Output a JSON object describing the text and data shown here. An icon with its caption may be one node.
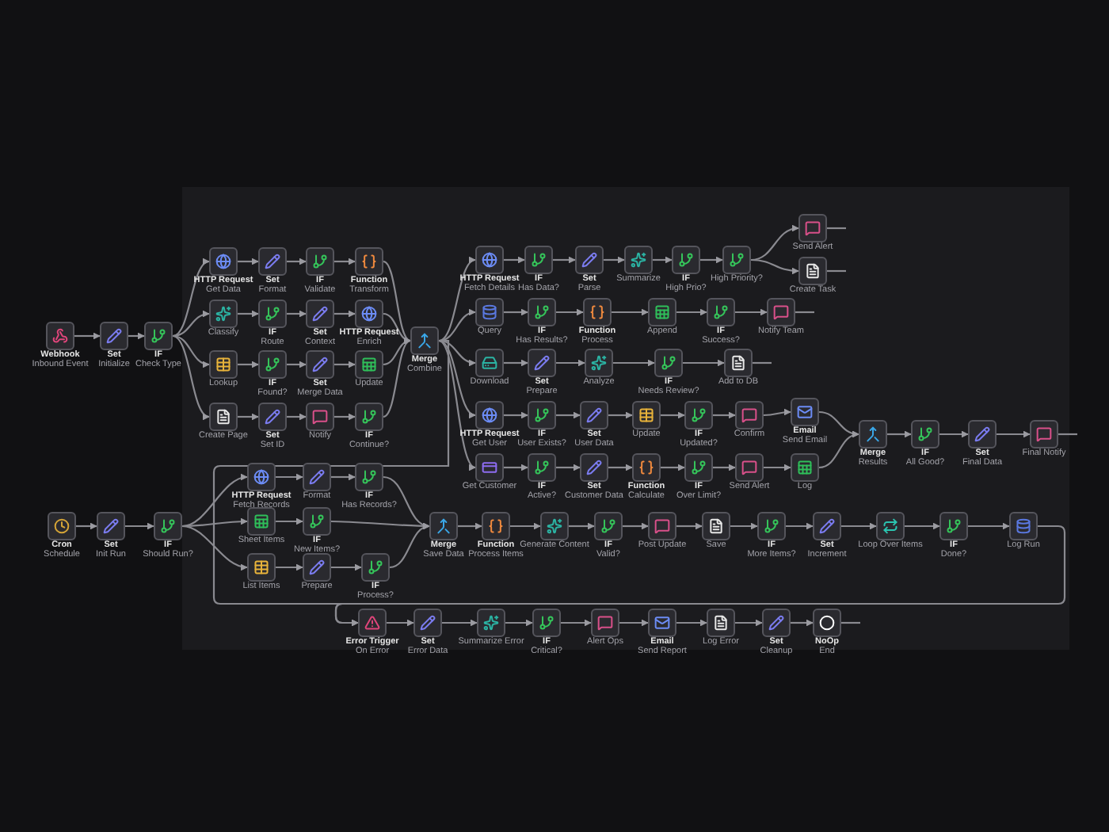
{
  "diagram": {
    "nodes": [
      {
        "text": [
          "Webhook",
          "Inbound Event"
        ]
      },
      {
        "text": [
          "Set",
          "Initialize"
        ]
      },
      {
        "text": [
          "IF",
          "Check Type"
        ]
      },
      {
        "text": [
          "HTTP Request",
          "Get Data"
        ]
      },
      {
        "text": [
          "Set",
          "Format"
        ]
      },
      {
        "text": [
          "IF",
          "Validate"
        ]
      },
      {
        "text": [
          "Function",
          "Transform"
        ]
      },
      {
        "text": [
          "Classify"
        ]
      },
      {
        "text": [
          "IF",
          "Route"
        ]
      },
      {
        "text": [
          "Set",
          "Context"
        ]
      },
      {
        "text": [
          "HTTP Request",
          "Enrich"
        ]
      },
      {
        "text": [
          "Lookup"
        ]
      },
      {
        "text": [
          "IF",
          "Found?"
        ]
      },
      {
        "text": [
          "Set",
          "Merge Data"
        ]
      },
      {
        "text": [
          "Update"
        ]
      },
      {
        "text": [
          "Create Page"
        ]
      },
      {
        "text": [
          "Set",
          "Set ID"
        ]
      },
      {
        "text": [
          "Notify"
        ]
      },
      {
        "text": [
          "IF",
          "Continue?"
        ]
      },
      {
        "text": [
          "Merge",
          "Combine"
        ]
      },
      {
        "text": [
          "HTTP Request",
          "Fetch Details"
        ]
      },
      {
        "text": [
          "IF",
          "Has Data?"
        ]
      },
      {
        "text": [
          "Set",
          "Parse"
        ]
      },
      {
        "text": [
          "Summarize"
        ]
      },
      {
        "text": [
          "IF",
          "High Prio?"
        ]
      },
      {
        "text": [
          "High Priority?"
        ]
      },
      {
        "text": [
          "Send Alert"
        ]
      },
      {
        "text": [
          "Create Task"
        ]
      },
      {
        "text": [
          "Query"
        ]
      },
      {
        "text": [
          "IF",
          "Has Results?"
        ]
      },
      {
        "text": [
          "Function",
          "Process"
        ]
      },
      {
        "text": [
          "Append"
        ]
      },
      {
        "text": [
          "IF",
          "Success?"
        ]
      },
      {
        "text": [
          "Notify Team"
        ]
      },
      {
        "text": [
          "Download"
        ]
      },
      {
        "text": [
          "Set",
          "Prepare"
        ]
      },
      {
        "text": [
          "Analyze"
        ]
      },
      {
        "text": [
          "IF",
          "Needs Review?"
        ]
      },
      {
        "text": [
          "Add to DB"
        ]
      },
      {
        "text": [
          "HTTP Request",
          "Get User"
        ]
      },
      {
        "text": [
          "IF",
          "User Exists?"
        ]
      },
      {
        "text": [
          "Set",
          "User Data"
        ]
      },
      {
        "text": [
          "Update"
        ]
      },
      {
        "text": [
          "IF",
          "Updated?"
        ]
      },
      {
        "text": [
          "Confirm"
        ]
      },
      {
        "text": [
          "Email",
          "Send Email"
        ]
      },
      {
        "text": [
          "Get Customer"
        ]
      },
      {
        "text": [
          "IF",
          "Active?"
        ]
      },
      {
        "text": [
          "Set",
          "Customer Data"
        ]
      },
      {
        "text": [
          "Function",
          "Calculate"
        ]
      },
      {
        "text": [
          "IF",
          "Over Limit?"
        ]
      },
      {
        "text": [
          "Send Alert"
        ]
      },
      {
        "text": [
          "Log"
        ]
      },
      {
        "text": [
          "Merge",
          "Results"
        ]
      },
      {
        "text": [
          "IF",
          "All Good?"
        ]
      },
      {
        "text": [
          "Set",
          "Final Data"
        ]
      },
      {
        "text": [
          "Final Notify"
        ]
      },
      {
        "text": [
          "Cron",
          "Schedule"
        ]
      },
      {
        "text": [
          "Set",
          "Init Run"
        ]
      },
      {
        "text": [
          "IF",
          "Should Run?"
        ]
      },
      {
        "text": [
          "HTTP Request",
          "Fetch Records"
        ]
      },
      {
        "text": [
          "Format"
        ]
      },
      {
        "text": [
          "IF",
          "Has Records?"
        ]
      },
      {
        "text": [
          "Sheet Items"
        ]
      },
      {
        "text": [
          "IF",
          "New Items?"
        ]
      },
      {
        "text": [
          "List Items"
        ]
      },
      {
        "text": [
          "Prepare"
        ]
      },
      {
        "text": [
          "IF",
          "Process?"
        ]
      },
      {
        "text": [
          "Merge",
          "Save Data"
        ]
      },
      {
        "text": [
          "Function",
          "Process Items"
        ]
      },
      {
        "text": [
          "Generate Content"
        ]
      },
      {
        "text": [
          "IF",
          "Valid?"
        ]
      },
      {
        "text": [
          "Post Update"
        ]
      },
      {
        "text": [
          "Save"
        ]
      },
      {
        "text": [
          "IF",
          "More Items?"
        ]
      },
      {
        "text": [
          "Set",
          "Increment"
        ]
      },
      {
        "text": [
          "Loop Over Items"
        ]
      },
      {
        "text": [
          "IF",
          "Done?"
        ]
      },
      {
        "text": [
          "Log Run"
        ]
      },
      {
        "text": [
          "Error Trigger",
          "On Error"
        ]
      },
      {
        "text": [
          "Set",
          "Error Data"
        ]
      },
      {
        "text": [
          "Summarize Error"
        ]
      },
      {
        "text": [
          "IF",
          "Critical?"
        ]
      },
      {
        "text": [
          "Alert Ops"
        ]
      },
      {
        "text": [
          "Email",
          "Send Report"
        ]
      },
      {
        "text": [
          "Log Error"
        ]
      },
      {
        "text": [
          "Set",
          "Cleanup"
        ]
      },
      {
        "text": [
          "NoOp",
          "End"
        ]
      }
    ],
    "edges": [
      {
        "from": 0,
        "to": 1,
        "arrow": "to"
      },
      {
        "from": 1,
        "to": 2,
        "arrow": "to"
      },
      {
        "from": 2,
        "to": 3,
        "arrow": "to"
      },
      {
        "from": 2,
        "to": 7,
        "arrow": "to"
      },
      {
        "from": 2,
        "to": 11,
        "arrow": "to"
      },
      {
        "from": 2,
        "to": 15,
        "arrow": "to"
      },
      {
        "from": 3,
        "to": 4,
        "arrow": "to"
      },
      {
        "from": 4,
        "to": 5,
        "arrow": "to"
      },
      {
        "from": 5,
        "to": 6,
        "arrow": "to"
      },
      {
        "from": 7,
        "to": 8,
        "arrow": "to"
      },
      {
        "from": 8,
        "to": 9,
        "arrow": "to"
      },
      {
        "from": 9,
        "to": 10,
        "arrow": "to"
      },
      {
        "from": 11,
        "to": 12,
        "arrow": "to"
      },
      {
        "from": 12,
        "to": 13,
        "arrow": "to"
      },
      {
        "from": 13,
        "to": 14,
        "arrow": "to"
      },
      {
        "from": 15,
        "to": 16,
        "arrow": "to"
      },
      {
        "from": 16,
        "to": 17,
        "arrow": "to"
      },
      {
        "from": 17,
        "to": 18,
        "arrow": "to"
      },
      {
        "from": 6,
        "to": 19,
        "arrow": "to"
      },
      {
        "from": 10,
        "to": 19,
        "arrow": "to"
      },
      {
        "from": 14,
        "to": 19,
        "arrow": "to"
      },
      {
        "from": 18,
        "to": 19,
        "arrow": "to"
      },
      {
        "from": 19,
        "to": 20,
        "arrow": "to"
      },
      {
        "from": 19,
        "to": 28,
        "arrow": "to"
      },
      {
        "from": 19,
        "to": 34,
        "arrow": "to"
      },
      {
        "from": 19,
        "to": 39,
        "arrow": "to"
      },
      {
        "from": 19,
        "to": 46,
        "arrow": "to"
      },
      {
        "from": 20,
        "to": 21,
        "arrow": "to"
      },
      {
        "from": 21,
        "to": 22,
        "arrow": "to"
      },
      {
        "from": 22,
        "to": 23,
        "arrow": "to"
      },
      {
        "from": 23,
        "to": 24,
        "arrow": "to"
      },
      {
        "from": 24,
        "to": 25,
        "arrow": "to"
      },
      {
        "from": 25,
        "to": 26,
        "arrow": "to"
      },
      {
        "from": 25,
        "to": 27,
        "arrow": "to"
      },
      {
        "from": 26,
        "to": null,
        "arrow": "none"
      },
      {
        "from": 27,
        "to": null,
        "arrow": "none"
      },
      {
        "from": 28,
        "to": 29,
        "arrow": "to"
      },
      {
        "from": 29,
        "to": 30,
        "arrow": "to"
      },
      {
        "from": 30,
        "to": 31,
        "arrow": "to"
      },
      {
        "from": 31,
        "to": 32,
        "arrow": "to"
      },
      {
        "from": 32,
        "to": 33,
        "arrow": "to"
      },
      {
        "from": 33,
        "to": null,
        "arrow": "none"
      },
      {
        "from": 34,
        "to": 35,
        "arrow": "to"
      },
      {
        "from": 35,
        "to": 36,
        "arrow": "to"
      },
      {
        "from": 36,
        "to": 37,
        "arrow": "to"
      },
      {
        "from": 37,
        "to": 38,
        "arrow": "to"
      },
      {
        "from": 38,
        "to": null,
        "arrow": "none"
      },
      {
        "from": 39,
        "to": 40,
        "arrow": "to"
      },
      {
        "from": 40,
        "to": 41,
        "arrow": "to"
      },
      {
        "from": 41,
        "to": 42,
        "arrow": "to"
      },
      {
        "from": 42,
        "to": 43,
        "arrow": "to"
      },
      {
        "from": 43,
        "to": 44,
        "arrow": "to"
      },
      {
        "from": 44,
        "to": 45,
        "arrow": "to"
      },
      {
        "from": 46,
        "to": 47,
        "arrow": "to"
      },
      {
        "from": 47,
        "to": 48,
        "arrow": "to"
      },
      {
        "from": 48,
        "to": 49,
        "arrow": "to"
      },
      {
        "from": 49,
        "to": 50,
        "arrow": "to"
      },
      {
        "from": 50,
        "to": 51,
        "arrow": "to"
      },
      {
        "from": 51,
        "to": 52,
        "arrow": "to"
      },
      {
        "from": 45,
        "to": 53,
        "arrow": "to"
      },
      {
        "from": 52,
        "to": 53,
        "arrow": "to"
      },
      {
        "from": 53,
        "to": 54,
        "arrow": "to"
      },
      {
        "from": 54,
        "to": 55,
        "arrow": "to"
      },
      {
        "from": 55,
        "to": 56,
        "arrow": "to"
      },
      {
        "from": 56,
        "to": null,
        "arrow": "none"
      },
      {
        "from": 57,
        "to": 58,
        "arrow": "to"
      },
      {
        "from": 58,
        "to": 59,
        "arrow": "to"
      },
      {
        "from": 59,
        "to": 60,
        "arrow": "to"
      },
      {
        "from": 59,
        "to": 63,
        "arrow": "to"
      },
      {
        "from": 59,
        "to": 65,
        "arrow": "to"
      },
      {
        "from": 60,
        "to": 61,
        "arrow": "to"
      },
      {
        "from": 61,
        "to": 62,
        "arrow": "to"
      },
      {
        "from": 63,
        "to": 64,
        "arrow": "to"
      },
      {
        "from": 65,
        "to": 66,
        "arrow": "to"
      },
      {
        "from": 66,
        "to": 67,
        "arrow": "to"
      },
      {
        "from": 62,
        "to": 68,
        "arrow": "to"
      },
      {
        "from": 64,
        "to": 68,
        "arrow": "to"
      },
      {
        "from": 67,
        "to": 68,
        "arrow": "to"
      },
      {
        "from": 68,
        "to": 69,
        "arrow": "to"
      },
      {
        "from": 69,
        "to": 70,
        "arrow": "to"
      },
      {
        "from": 70,
        "to": 71,
        "arrow": "to"
      },
      {
        "from": 71,
        "to": 72,
        "arrow": "to"
      },
      {
        "from": 72,
        "to": 73,
        "arrow": "to"
      },
      {
        "from": 73,
        "to": 74,
        "arrow": "to"
      },
      {
        "from": 74,
        "to": 75,
        "arrow": "to"
      },
      {
        "from": 75,
        "to": 76,
        "arrow": "to"
      },
      {
        "from": 76,
        "to": 77,
        "arrow": "to"
      },
      {
        "from": 77,
        "to": 78,
        "arrow": "to"
      },
      {
        "from": 19,
        "to": 79,
        "arrow": "to"
      },
      {
        "from": 78,
        "to": 79,
        "arrow": "to"
      },
      {
        "from": 79,
        "to": 80,
        "arrow": "to"
      },
      {
        "from": 80,
        "to": 81,
        "arrow": "to"
      },
      {
        "from": 81,
        "to": 82,
        "arrow": "to"
      },
      {
        "from": 82,
        "to": 83,
        "arrow": "to"
      },
      {
        "from": 83,
        "to": 84,
        "arrow": "to"
      },
      {
        "from": 84,
        "to": 85,
        "arrow": "to"
      },
      {
        "from": 85,
        "to": 86,
        "arrow": "to"
      },
      {
        "from": 86,
        "to": 87,
        "arrow": "to"
      },
      {
        "from": 87,
        "to": null,
        "arrow": "none"
      }
    ]
  }
}
